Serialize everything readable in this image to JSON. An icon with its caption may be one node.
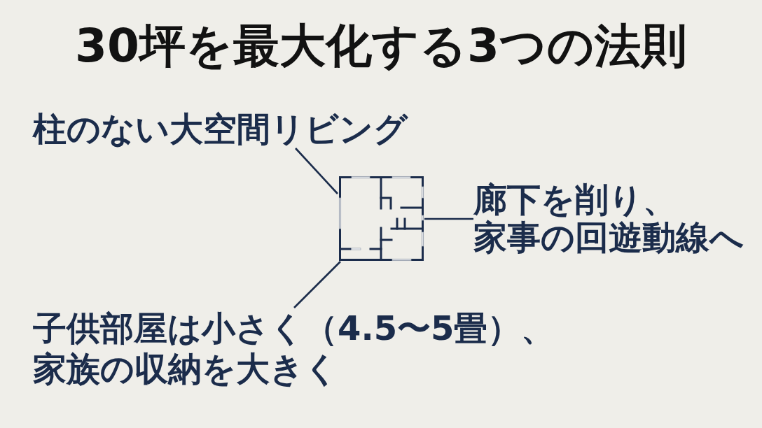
{
  "diagram": {
    "title": "30坪を最大化する3つの法則",
    "nodes": [
      {
        "text": [
          "柱のない大空間リビング"
        ]
      },
      {
        "text": [],
        "shape": "picture"
      },
      {
        "text": [
          "廊下を削り、家事の回遊動線へ"
        ]
      },
      {
        "text": [
          "子供部屋は小さく（4.5〜5畳）、家族の収納を大きく"
        ]
      }
    ],
    "edges": [
      {
        "from": 0,
        "to": 1,
        "arrow": "none"
      },
      {
        "from": 2,
        "to": 1,
        "arrow": "none"
      },
      {
        "from": 3,
        "to": 1,
        "arrow": "none"
      }
    ]
  }
}
